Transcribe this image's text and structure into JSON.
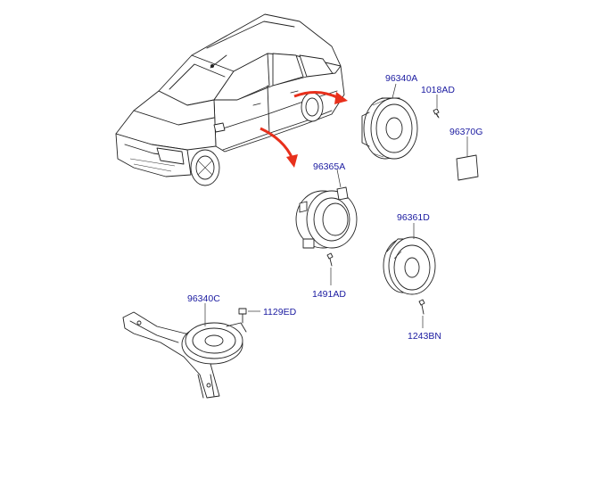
{
  "diagram": {
    "type": "exploded-parts-diagram",
    "arrow_color": "#e8301c",
    "label_color": "#1a1aa0",
    "parts": [
      {
        "code": "96340A",
        "icon": "front-door-speaker-icon"
      },
      {
        "code": "1018AD",
        "icon": "screw-icon"
      },
      {
        "code": "96370G",
        "icon": "speaker-grille-pad-icon"
      },
      {
        "code": "96365A",
        "icon": "speaker-adapter-bracket-icon"
      },
      {
        "code": "1491AD",
        "icon": "screw-icon"
      },
      {
        "code": "96361D",
        "icon": "rear-door-speaker-icon"
      },
      {
        "code": "1243BN",
        "icon": "screw-icon"
      },
      {
        "code": "96340C",
        "icon": "subwoofer-with-bracket-icon"
      },
      {
        "code": "1129ED",
        "icon": "bolt-icon"
      }
    ]
  }
}
